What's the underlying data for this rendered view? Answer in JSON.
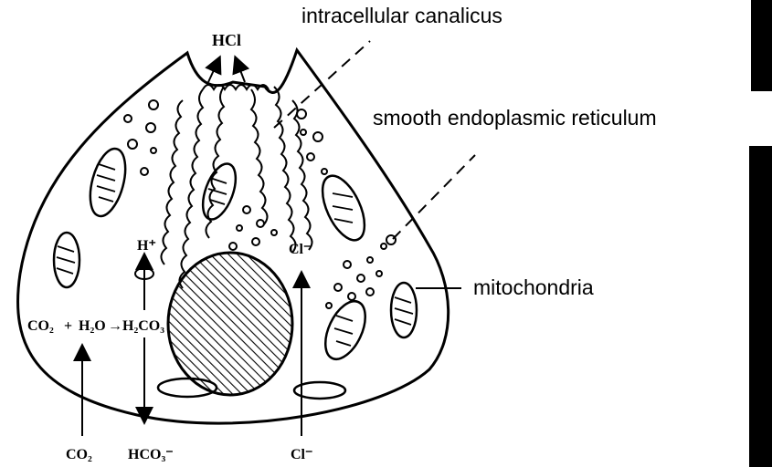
{
  "labels": {
    "intracellular": "intracellular canalicus",
    "ser": "smooth endoplasmic reticulum",
    "mito": "mitochondria"
  },
  "handwritten": {
    "hcl": "HCl",
    "h_plus": "H⁺",
    "cl_minus_inner": "Cl⁻",
    "equation_co2": "CO₂",
    "equation_plus": "+",
    "equation_h2o": "H₂O",
    "equation_arrow": "→",
    "equation_h2co3": "H₂CO₃",
    "co2_in": "CO₂",
    "hco3_out": "HCO₃⁻",
    "cl_in": "Cl⁻"
  },
  "colors": {
    "ink": "#000000",
    "background": "#ffffff"
  }
}
